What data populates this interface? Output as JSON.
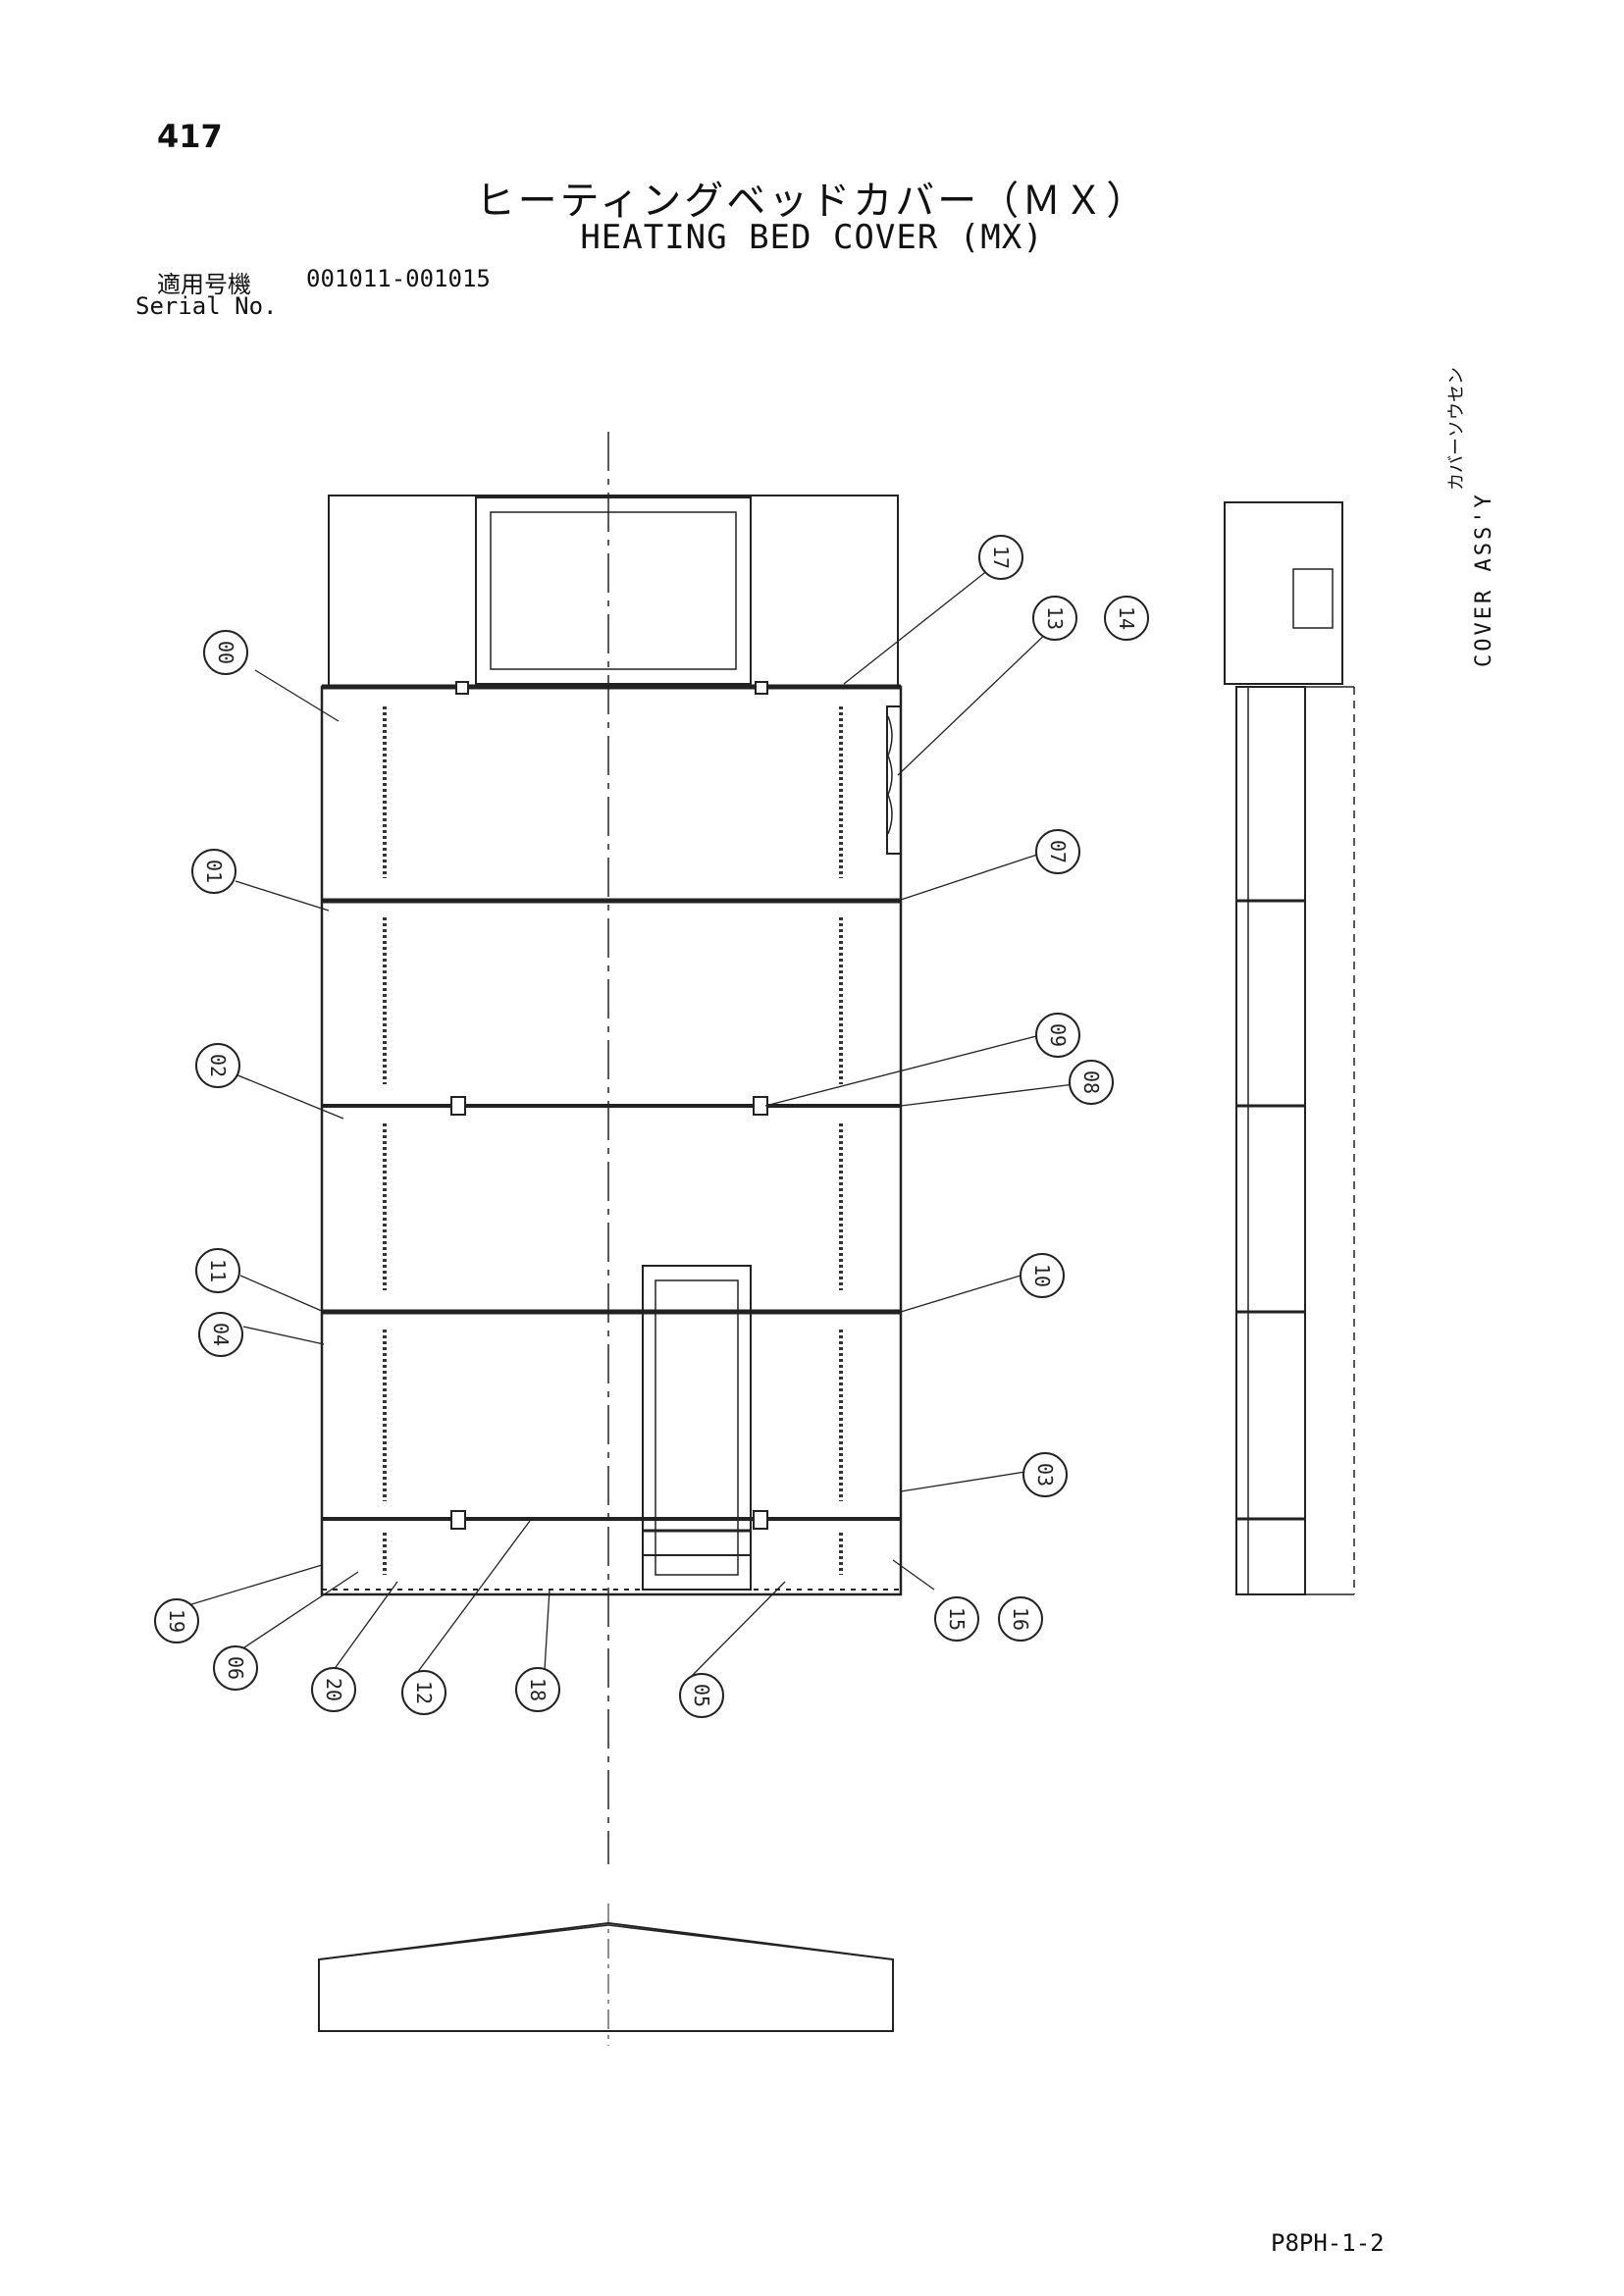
{
  "page_number": "417",
  "title_jp": "ヒーティングベッドカバー（ＭＸ）",
  "title_en": "HEATING BED COVER (MX)",
  "serial": {
    "label_jp": "適用号機",
    "value": "001011-001015",
    "label_en": "Serial No."
  },
  "side_label_jp": "カバーソウセン",
  "side_label_en": "COVER ASS'Y",
  "drawing_code": "P8PH-1-2",
  "callouts": [
    {
      "id": "00",
      "label": "00"
    },
    {
      "id": "01",
      "label": "01"
    },
    {
      "id": "02",
      "label": "02"
    },
    {
      "id": "11",
      "label": "11"
    },
    {
      "id": "04",
      "label": "04"
    },
    {
      "id": "17",
      "label": "17"
    },
    {
      "id": "13",
      "label": "13"
    },
    {
      "id": "14",
      "label": "14"
    },
    {
      "id": "07",
      "label": "07"
    },
    {
      "id": "09",
      "label": "09"
    },
    {
      "id": "08",
      "label": "08"
    },
    {
      "id": "10",
      "label": "10"
    },
    {
      "id": "03",
      "label": "03"
    },
    {
      "id": "15",
      "label": "15"
    },
    {
      "id": "16",
      "label": "16"
    },
    {
      "id": "19",
      "label": "19"
    },
    {
      "id": "06",
      "label": "06"
    },
    {
      "id": "20",
      "label": "20"
    },
    {
      "id": "12",
      "label": "12"
    },
    {
      "id": "18",
      "label": "18"
    },
    {
      "id": "05",
      "label": "05"
    }
  ]
}
